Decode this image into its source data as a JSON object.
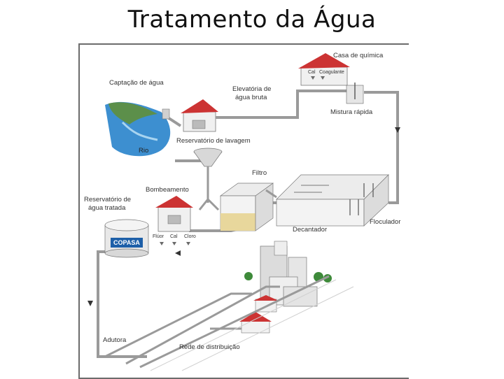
{
  "title": "Tratamento da Água",
  "labels": {
    "casa_quimica": "Casa de química",
    "cal": "Cal",
    "coagulante": "Coagulante",
    "captacao": "Captação de água",
    "elevatoria_1": "Elevatória de",
    "elevatoria_2": "água bruta",
    "mistura": "Mistura rápida",
    "rio": "Rio",
    "reservatorio_lavagem": "Reservatório de lavagem",
    "filtro": "Filtro",
    "bombeamento": "Bombeamento",
    "reservatorio_tratada_1": "Reservatório de",
    "reservatorio_tratada_2": "água tratada",
    "copasa": "COPASA",
    "fluor": "Flúor",
    "cal2": "Cal",
    "cloro": "Cloro",
    "decantador": "Decantador",
    "floculador": "Floculador",
    "adutora": "Adutora",
    "rede": "Rede de distribuição"
  },
  "colors": {
    "pipe": "#9a9a9a",
    "roof": "#cc3333",
    "water": "#3d8fd0",
    "tank": "#e8e8e8",
    "sand": "#e8d79c",
    "copasa": "#1d5fa8"
  }
}
